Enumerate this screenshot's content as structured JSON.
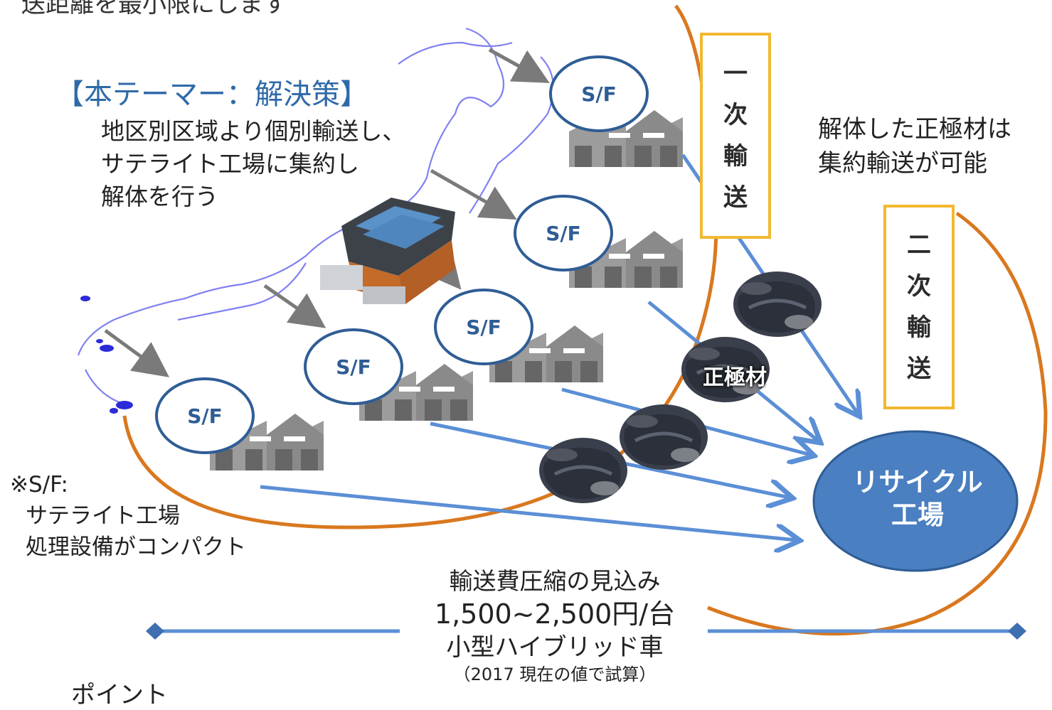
{
  "texts": {
    "top_cut": "送距離を最小限にします",
    "theme_title": "【本テーマー：解決策】",
    "desc_line1": "地区別区域より個別輸送し、",
    "desc_line2": "サテライト工場に集約し",
    "desc_line3": "解体を行う",
    "right_note_line1": "解体した正極材は",
    "right_note_line2": "集約輸送が可能",
    "sf_note_line1": "※S/F:",
    "sf_note_line2": "サテライト工場",
    "sf_note_line3": "処理設備がコンパクト",
    "primary_transport": [
      "一",
      "次",
      "輸",
      "送"
    ],
    "secondary_transport": [
      "二",
      "次",
      "輸",
      "送"
    ],
    "cathode_label": "正極材",
    "recycle_line1": "リサイクル",
    "recycle_line2": "工場",
    "cost_line1": "輸送費圧縮の見込み",
    "cost_line2": "1,500~2,500円/台",
    "cost_line3": "小型ハイブリッド車",
    "cost_line4": "（2017 現在の値で試算）",
    "bottom_cut": "ポイント",
    "sf_label": "S/F"
  },
  "colors": {
    "orange_arc": "#d9781f",
    "blue_arrow": "#5b8fd6",
    "gray_arrow": "#7a7a7a",
    "sf_circle": "#2f5d95",
    "recycle_fill": "#4a7fc1",
    "box_border": "#f2b830",
    "theme_text": "#2f6aa8",
    "factory_gray": "#9a9a9a"
  }
}
